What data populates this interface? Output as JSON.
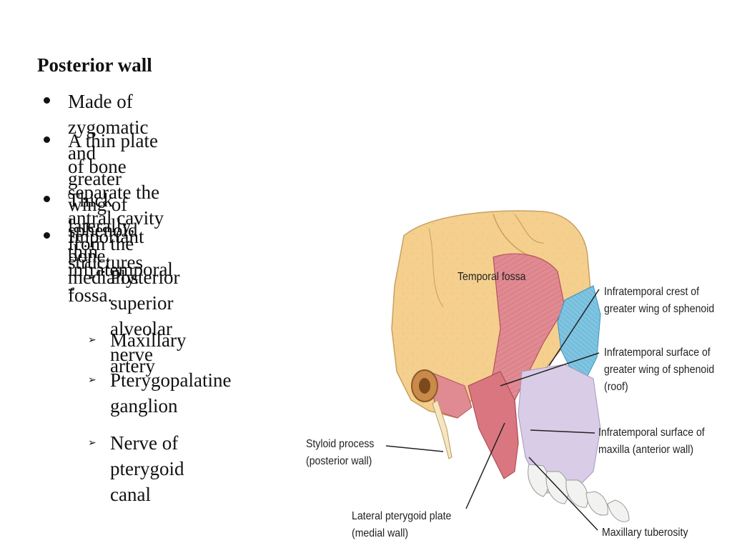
{
  "slide": {
    "title": "Posterior wall",
    "bullets": [
      {
        "text_line1": "Made of zygomatic and greater wing of sphenoid bone."
      },
      {
        "text_line1": "A thin plate of bone separate the antral cavity from the",
        "text_line2": "infratemporal fossa."
      },
      {
        "text_line1": "Thick laterally, thin medially."
      },
      {
        "text_line1": "Important structures -"
      }
    ],
    "sub_bullets": [
      {
        "line1": "Posterior superior",
        "line2": "alveolar nerve"
      },
      {
        "line1": "Maxillary artery"
      },
      {
        "line1": "Pterygopalatine",
        "line2": "ganglion"
      },
      {
        "line1": "Nerve of pterygoid",
        "line2": "canal"
      }
    ],
    "arrow_glyph": "➢"
  },
  "figure": {
    "labels": {
      "temporal_fossa": "Temporal fossa",
      "crest_l1": "Infratemporal crest of",
      "crest_l2": "greater wing of sphenoid",
      "surface_l1": "Infratemporal surface of",
      "surface_l2": "greater wing of sphenoid",
      "surface_l3": "(roof)",
      "maxilla_l1": "Infratemporal surface of",
      "maxilla_l2": "maxilla (anterior wall)",
      "styloid_l1": "Styloid process",
      "styloid_l2": "(posterior wall)",
      "lateral_l1": "Lateral pterygoid plate",
      "lateral_l2": "(medial wall)",
      "tuberosity": "Maxillary tuberosity"
    },
    "colors": {
      "bone_yellow": "#f4cf8e",
      "muscle_red": "#d9767f",
      "blue_region": "#7fc4e0",
      "lilac_region": "#d9cce6"
    }
  }
}
